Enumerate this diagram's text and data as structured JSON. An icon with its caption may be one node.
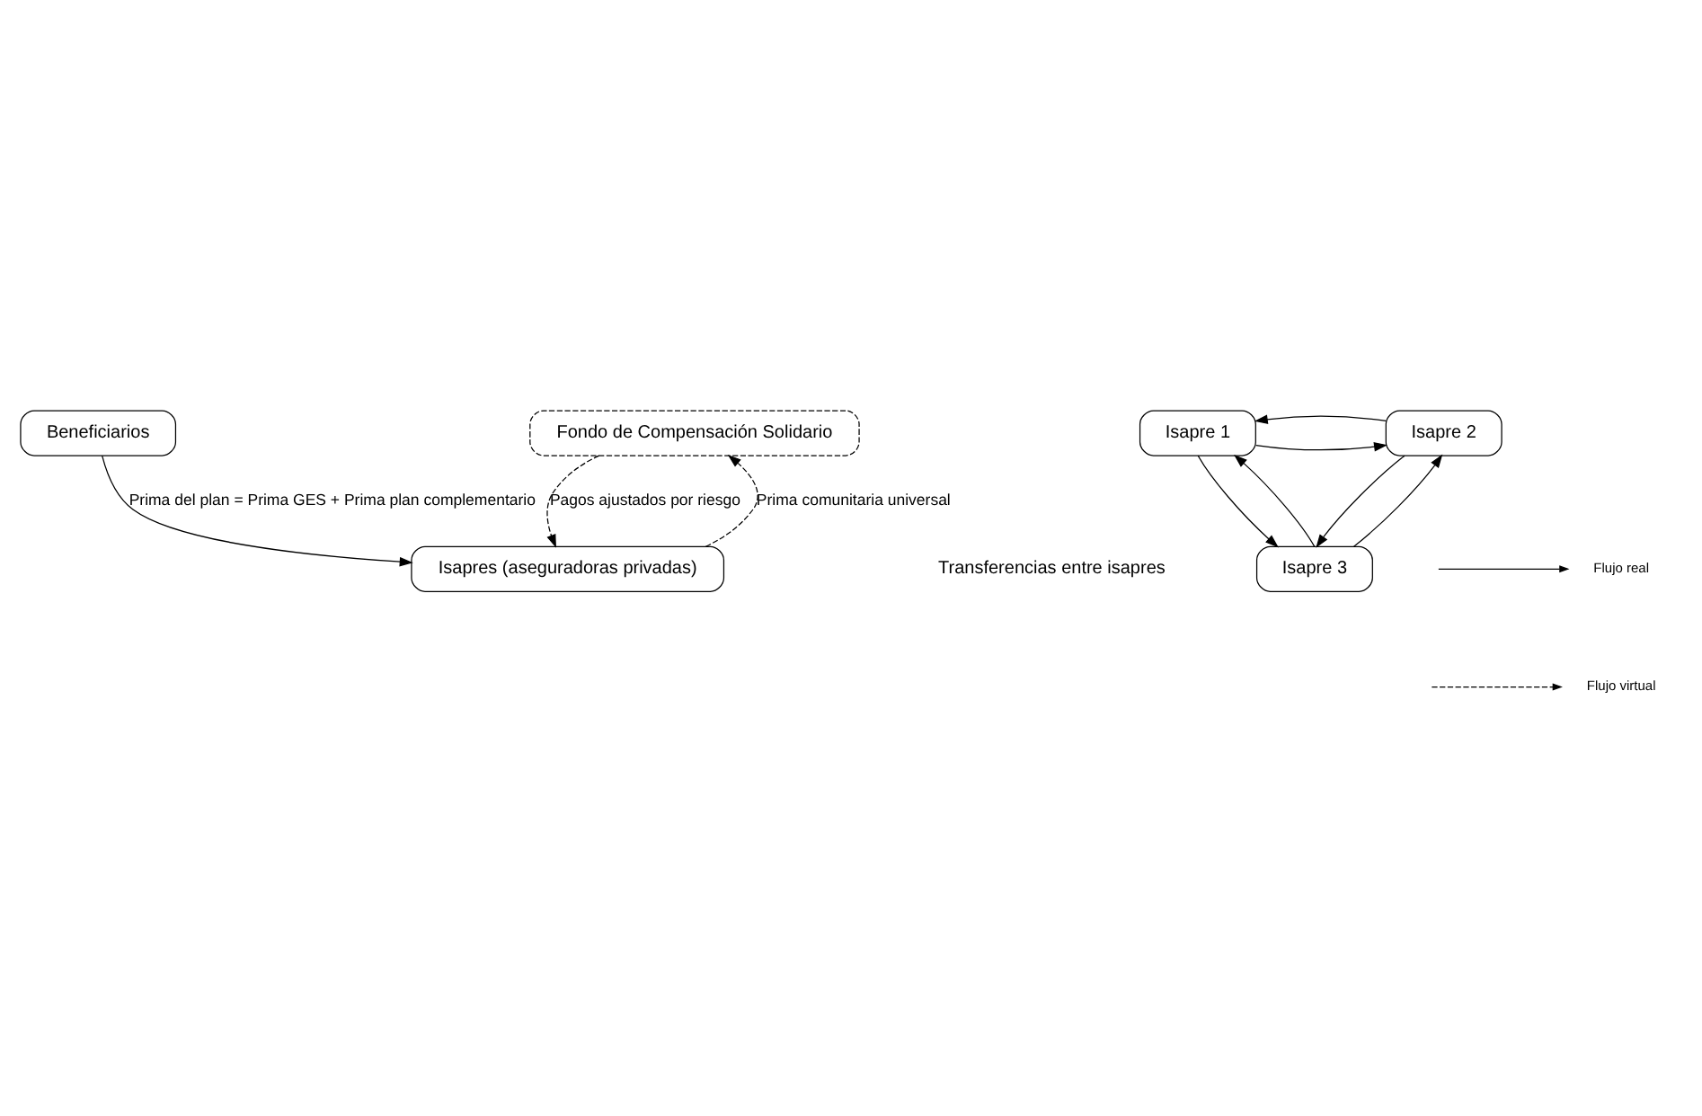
{
  "diagram": {
    "nodes": [
      {
        "text": [
          "Beneficiarios"
        ]
      },
      {
        "text": [
          "Fondo de Compensación Solidario"
        ]
      },
      {
        "text": [
          "Isapres (aseguradoras privadas)"
        ]
      },
      {
        "text": [
          "Isapre 1"
        ]
      },
      {
        "text": [
          "Isapre 2"
        ]
      },
      {
        "text": [
          "Isapre 3"
        ]
      }
    ],
    "edges": [
      {
        "from": 0,
        "to": 2,
        "arrow": "to",
        "label": "Prima del plan = Prima GES + Prima plan complementario"
      },
      {
        "from": 2,
        "to": 1,
        "arrow": "to",
        "style": "dashed",
        "label": "Prima comunitaria universal"
      },
      {
        "from": 1,
        "to": 2,
        "arrow": "to",
        "style": "dashed",
        "label": "Pagos ajustados por riesgo"
      },
      {
        "from": 3,
        "to": 4,
        "arrow": "to"
      },
      {
        "from": 4,
        "to": 3,
        "arrow": "to"
      },
      {
        "from": 3,
        "to": 5,
        "arrow": "to"
      },
      {
        "from": 5,
        "to": 3,
        "arrow": "to"
      },
      {
        "from": 4,
        "to": 5,
        "arrow": "to"
      },
      {
        "from": 5,
        "to": 4,
        "arrow": "to"
      }
    ],
    "labels": [
      "Transferencias entre isapres"
    ],
    "legend": [
      {
        "text": "Flujo real"
      },
      {
        "text": "Flujo virtual"
      }
    ]
  }
}
